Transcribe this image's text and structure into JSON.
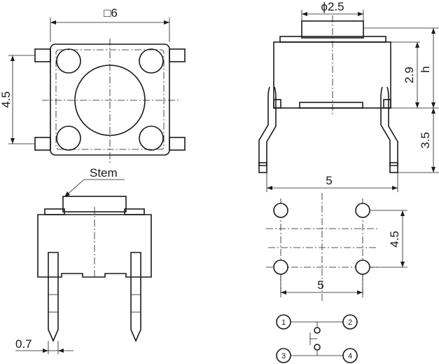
{
  "top_view": {
    "size_label": "□6",
    "pitch_label": "4.5"
  },
  "side_view": {
    "button_dia_label": "ϕ2.5",
    "stem_height_label": "2.9",
    "height_label": "h",
    "lead_height_label": "3.5",
    "lead_span_label": "5"
  },
  "front_view": {
    "stem_label": "Stem",
    "lead_width_label": "0.7"
  },
  "pcb_layout": {
    "width_label": "5",
    "height_label": "4.5"
  },
  "schematic": {
    "pins": [
      "1",
      "2",
      "3",
      "4"
    ]
  }
}
